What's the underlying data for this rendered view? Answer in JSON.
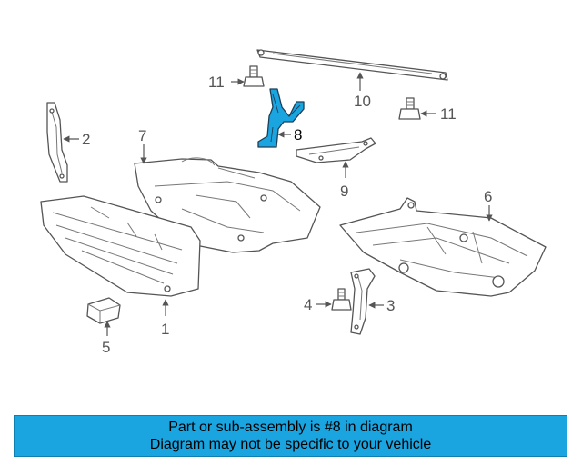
{
  "diagram": {
    "callouts": {
      "c1": "1",
      "c2": "2",
      "c3": "3",
      "c4": "4",
      "c5": "5",
      "c6": "6",
      "c7": "7",
      "c8": "8",
      "c9": "9",
      "c10": "10",
      "c11a": "11",
      "c11b": "11"
    },
    "highlight_color": "#1aa4e0"
  },
  "banner": {
    "line1": "Part or sub-assembly is #8 in diagram",
    "line2": "Diagram may not be specific to your vehicle",
    "color": "#1aa4e0"
  }
}
